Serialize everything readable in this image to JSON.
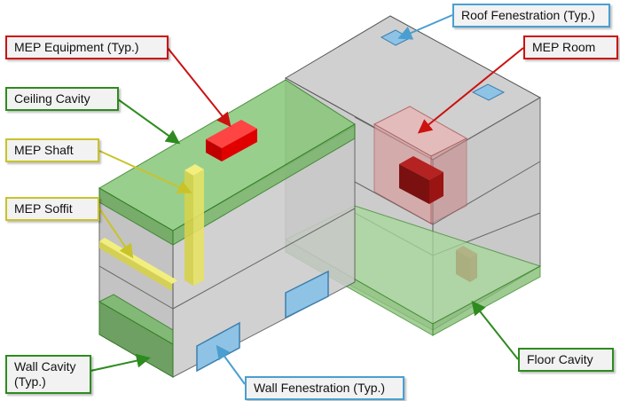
{
  "labels": {
    "roof_fenestration": "Roof Fenestration (Typ.)",
    "mep_equipment": "MEP Equipment (Typ.)",
    "mep_room": "MEP Room",
    "ceiling_cavity": "Ceiling Cavity",
    "mep_shaft": "MEP Shaft",
    "mep_soffit": "MEP Soffit",
    "wall_cavity_line1": "Wall Cavity",
    "wall_cavity_line2": "(Typ.)",
    "floor_cavity": "Floor Cavity",
    "wall_fenestration": "Wall Fenestration (Typ.)"
  },
  "colors": {
    "red": "#cc1111",
    "green": "#2e8b1f",
    "yellow": "#c8c32a",
    "blue": "#4a9fd0"
  }
}
